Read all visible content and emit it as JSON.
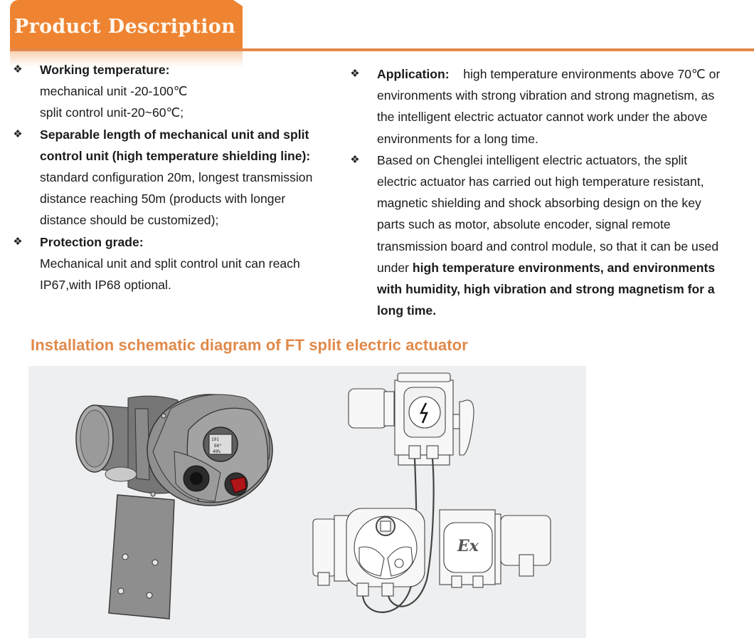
{
  "header": {
    "title": "Product Description",
    "accent_color": "#ee8432",
    "rule_color": "#e38849"
  },
  "left_column": {
    "bullets": [
      {
        "glyph": "❖",
        "heading": "Working temperature:",
        "lines": [
          "mechanical unit -20-100℃",
          "split control unit-20~60℃;"
        ]
      },
      {
        "glyph": "❖",
        "heading_lines": [
          "Separable length of mechanical unit and split",
          "control unit (high temperature shielding line):"
        ],
        "lines": [
          "standard configuration 20m, longest transmission",
          "distance reaching 50m (products with longer",
          "distance should be customized);"
        ]
      },
      {
        "glyph": "❖",
        "heading": "Protection grade:",
        "lines": [
          "Mechanical unit and split control unit can reach",
          "IP67,with IP68 optional."
        ]
      }
    ]
  },
  "right_column": {
    "bullets": [
      {
        "glyph": "❖",
        "heading": "Application:",
        "first_line_rest": "high temperature environments above 70℃ or",
        "lines": [
          "environments with strong vibration and strong magnetism, as",
          "the intelligent electric actuator cannot work under the above",
          "environments for a long time."
        ]
      },
      {
        "glyph": "❖",
        "lines": [
          "Based on Chenglei intelligent electric actuators, the split",
          "electric actuator has carried out high temperature resistant,",
          "magnetic shielding and shock absorbing design on the key",
          "parts such as motor, absolute encoder, signal remote",
          "transmission board and control module, so that it can be used"
        ],
        "mixed_line_plain": "under ",
        "mixed_line_bold": "high temperature environments, and environments",
        "bold_lines": [
          "with humidity, high vibration and strong magnetism for a",
          "long time."
        ]
      }
    ]
  },
  "figure": {
    "title": "Installation schematic diagram of FT split electric actuator",
    "title_color": "#e0894a",
    "panel_color": "#eeeff0",
    "left_image": "3d-render-split-actuator-with-mounting-bracket",
    "right_image": "line-drawing-actuator-connected-to-split-control-units",
    "display_readout": [
      "191",
      "00°",
      "49%"
    ],
    "ex_label": "Ex"
  }
}
